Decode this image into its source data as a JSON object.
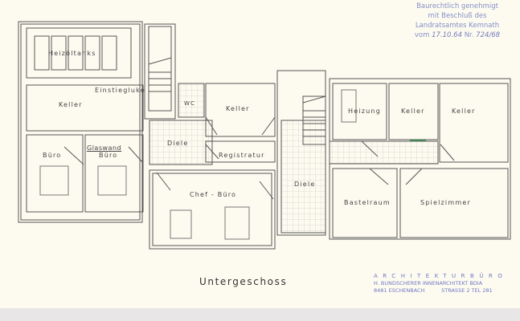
{
  "document": {
    "type": "architectural floor plan",
    "title": "Untergeschoss"
  },
  "stamp": {
    "line1": "Baurechtlich genehmigt",
    "line2": "mit Beschluß des",
    "line3": "Landratsamtes Kemnath",
    "line4_prefix": "vom",
    "date": "17.10.64",
    "nr_label": "Nr.",
    "number": "724/68"
  },
  "rooms": {
    "heizoeltanks": "Heizöltanks",
    "keller_left": "Keller",
    "einstiegluke": "Einstiegluke",
    "buero_1": "Büro",
    "glaswand": "Glaswand",
    "buero_2": "Büro",
    "wc": "WC",
    "keller_center": "Keller",
    "diele_left": "Diele",
    "registratur": "Registratur",
    "chef_buero": "Chef - Büro",
    "diele_center": "Diele",
    "heizung": "Heizung",
    "keller_right1": "Keller",
    "keller_right2": "Keller",
    "bastelraum": "Bastelraum",
    "spielzimmer": "Spielzimmer"
  },
  "firm": {
    "line1": "ARCHITEKTURBÜRO",
    "line2": "H. BUNDSCHERER INNENARCHITEKT BDIA",
    "line3_left": "8481 ESCHENBACH",
    "line3_right": "STRASSE 2 TEL 281"
  },
  "colors": {
    "paper": "#fdfbf0",
    "ink": "#444444",
    "stamp": "#6d7cc0",
    "accent_green": "#3a9a5a"
  }
}
